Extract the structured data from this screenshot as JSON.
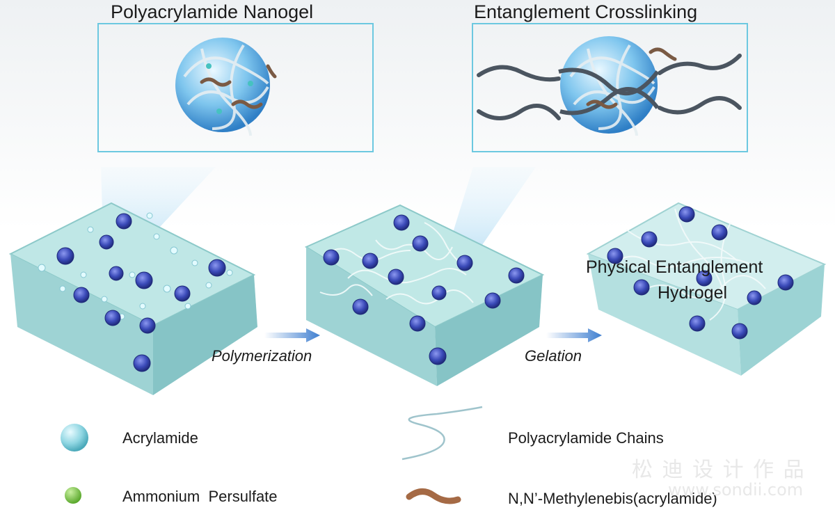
{
  "titles": {
    "nanogel": "Polyacrylamide Nanogel",
    "entanglement": "Entanglement Crosslinking"
  },
  "steps": {
    "polymerization": "Polymerization",
    "gelation": "Gelation"
  },
  "product": {
    "line1": "Physical Entanglement",
    "line2": "Hydrogel"
  },
  "legend": [
    {
      "label": "Acrylamide",
      "icon": "teal-sphere-icon"
    },
    {
      "label": "Ammonium  Persulfate",
      "icon": "green-dot-icon"
    },
    {
      "label": "Polyacrylamide Chains",
      "icon": "chain-curve-icon"
    },
    {
      "label": "N,N’-Methylenebis(acrylamide)",
      "icon": "brown-worm-icon"
    }
  ],
  "watermark": {
    "chinese": "松 迪 设 计 作 品",
    "url": "www.sondii.com"
  },
  "colors": {
    "box_border": "#6cc8e0",
    "gel": "#a9dcdc",
    "nanogel": "#3a4ab8",
    "sphere": "#8fd6e2",
    "chain": "#5d6770",
    "crosslinker": "#a56a45"
  }
}
